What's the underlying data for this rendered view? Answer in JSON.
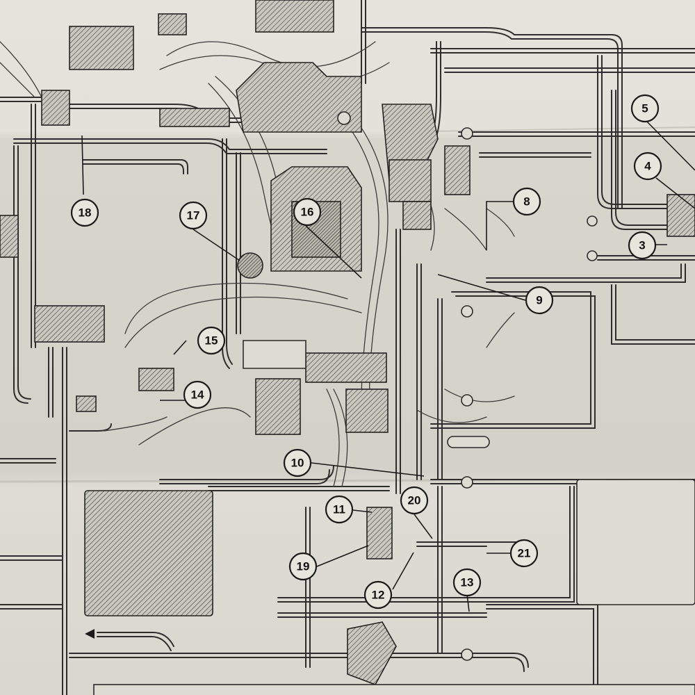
{
  "diagram": {
    "callouts": [
      {
        "id": "c3",
        "label": "3"
      },
      {
        "id": "c4",
        "label": "4"
      },
      {
        "id": "c5",
        "label": "5"
      },
      {
        "id": "c8",
        "label": "8"
      },
      {
        "id": "c9",
        "label": "9"
      },
      {
        "id": "c10",
        "label": "10"
      },
      {
        "id": "c11",
        "label": "11"
      },
      {
        "id": "c12",
        "label": "12"
      },
      {
        "id": "c13",
        "label": "13"
      },
      {
        "id": "c14",
        "label": "14"
      },
      {
        "id": "c15",
        "label": "15"
      },
      {
        "id": "c16",
        "label": "16"
      },
      {
        "id": "c17",
        "label": "17"
      },
      {
        "id": "c18",
        "label": "18"
      },
      {
        "id": "c19",
        "label": "19"
      },
      {
        "id": "c20",
        "label": "20"
      },
      {
        "id": "c21",
        "label": "21"
      }
    ]
  }
}
